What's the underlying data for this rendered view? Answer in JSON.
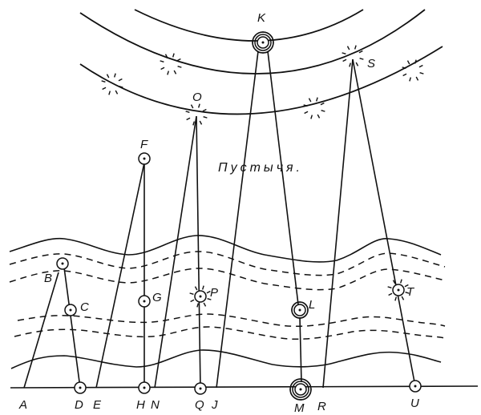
{
  "region_label": "Пустычя.",
  "labels": {
    "A": "A",
    "B": "B",
    "C": "C",
    "D": "D",
    "E": "E",
    "F": "F",
    "G": "G",
    "H": "H",
    "J": "J",
    "K": "K",
    "L": "L",
    "M": "M",
    "N": "N",
    "O": "O",
    "P": "P",
    "Q": "Q",
    "R": "R",
    "S": "S",
    "T": "T",
    "U": "U"
  }
}
